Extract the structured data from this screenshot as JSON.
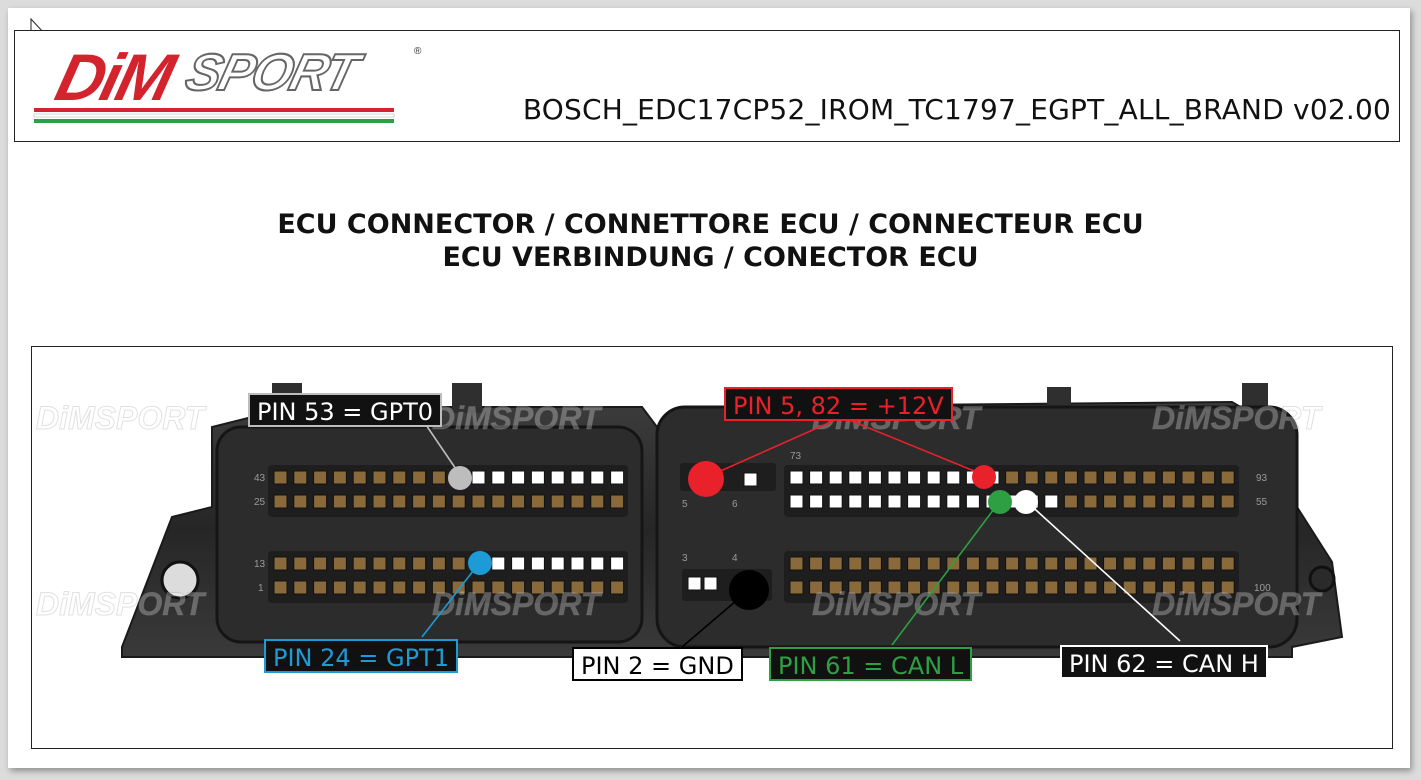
{
  "header": {
    "logo_text": "DiMSPORT",
    "title": "BOSCH_EDC17CP52_IROM_TC1797_EGPT_ALL_BRAND v02.00"
  },
  "headline": {
    "line1": "ECU CONNECTOR / CONNETTORE ECU / CONNECTEUR ECU",
    "line2": "ECU VERBINDUNG / CONECTOR ECU"
  },
  "diagram": {
    "watermark": "DiMSPORT",
    "pin_numbers": [
      "43",
      "25",
      "13",
      "1",
      "73",
      "5",
      "6",
      "3",
      "4",
      "93",
      "55",
      "100"
    ],
    "pins": [
      {
        "id": "gpt0",
        "label": "PIN 53 = GPT0",
        "color": "#bdbdbd"
      },
      {
        "id": "power",
        "label": "PIN 5, 82 = +12V",
        "color": "#e8212b"
      },
      {
        "id": "gpt1",
        "label": "PIN 24 = GPT1",
        "color": "#1e9ad6"
      },
      {
        "id": "gnd",
        "label": "PIN 2 = GND",
        "color": "#000000"
      },
      {
        "id": "canl",
        "label": "PIN 61 = CAN L",
        "color": "#2ea043"
      },
      {
        "id": "canh",
        "label": "PIN 62 = CAN H",
        "color": "#ffffff"
      }
    ]
  }
}
